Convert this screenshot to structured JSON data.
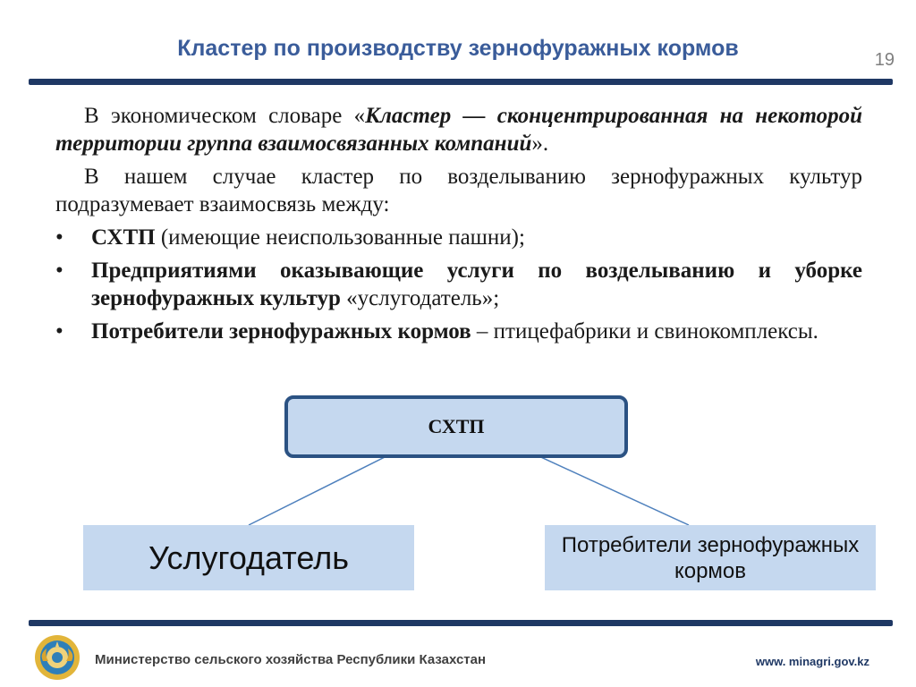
{
  "header": {
    "title": "Кластер по производству зернофуражных кормов",
    "page_number": "19"
  },
  "content": {
    "para1": {
      "prefix": "В экономическом словаре «",
      "emphasis": "Кластер — сконцентрированная на некоторой территории группа взаимосвязанных компаний",
      "suffix": "»."
    },
    "para2": "В нашем случае кластер по возделыванию зернофуражных культур подразумевает взаимосвязь между:",
    "bullets": [
      {
        "bold": "СХТП",
        "text": " (имеющие неиспользованные пашни);"
      },
      {
        "bold": "Предприятиями оказывающие услуги по возделыванию и уборке зернофуражных культур",
        "text": " «услугодатель»;"
      },
      {
        "bold": "Потребители зернофуражных кормов",
        "text": " – птицефабрики и свинокомплексы."
      }
    ],
    "bullet_symbol": "•"
  },
  "diagram": {
    "top_node": "СХТП",
    "left_node": "Услугодатель",
    "right_node": "Потребители зернофуражных кормов"
  },
  "footer": {
    "ministry": "Министерство сельского хозяйства Республики Казахстан",
    "website": "www. minagri.gov.kz",
    "emblem_icon": "kazakhstan-emblem-icon"
  },
  "colors": {
    "title": "#3a5c9a",
    "rule": "#1f3864",
    "box_fill": "#c5d8ef",
    "box_border": "#2b5283",
    "connector": "#4f81bd"
  }
}
